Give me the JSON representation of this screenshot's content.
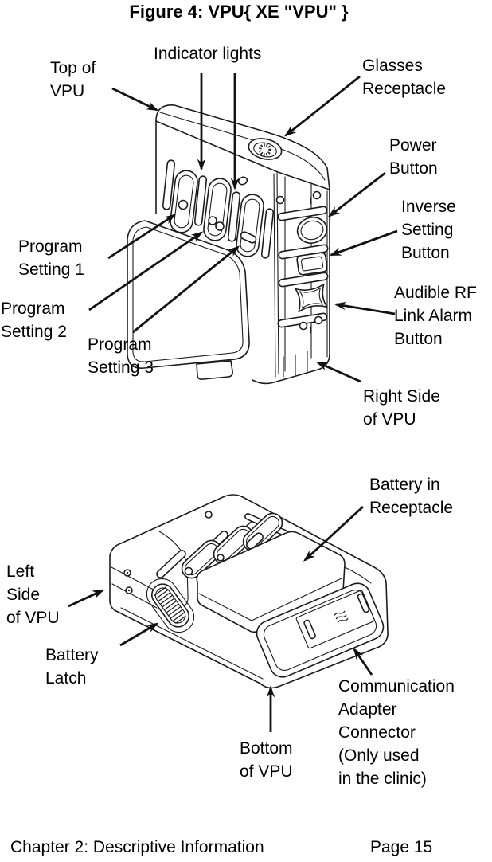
{
  "title": "Figure 4: VPU{ XE \"VPU\" }",
  "figure1_labels": {
    "top_of_vpu": "Top of\nVPU",
    "indicator_lights": "Indicator lights",
    "glasses_receptacle": "Glasses\nReceptacle",
    "power_button": "Power\nButton",
    "inverse_setting_button": "Inverse\nSetting\nButton",
    "audible_rf_link_alarm_button": "Audible RF\nLink Alarm\nButton",
    "right_side_of_vpu": "Right Side\nof VPU",
    "program_setting_1": "Program\nSetting 1",
    "program_setting_2": "Program\nSetting 2",
    "program_setting_3": "Program\nSetting 3"
  },
  "figure2_labels": {
    "battery_in_receptacle": "Battery in\nReceptacle",
    "left_side_of_vpu": "Left\nSide\nof VPU",
    "battery_latch": "Battery\nLatch",
    "bottom_of_vpu": "Bottom\nof VPU",
    "communication_adapter_connector": "Communication\nAdapter\nConnector\n(Only used\nin the clinic)"
  },
  "footer": {
    "chapter": "Chapter 2: Descriptive Information",
    "page": "Page 15"
  },
  "colors": {
    "ink": "#1c1c1c",
    "background": "#ffffff"
  }
}
